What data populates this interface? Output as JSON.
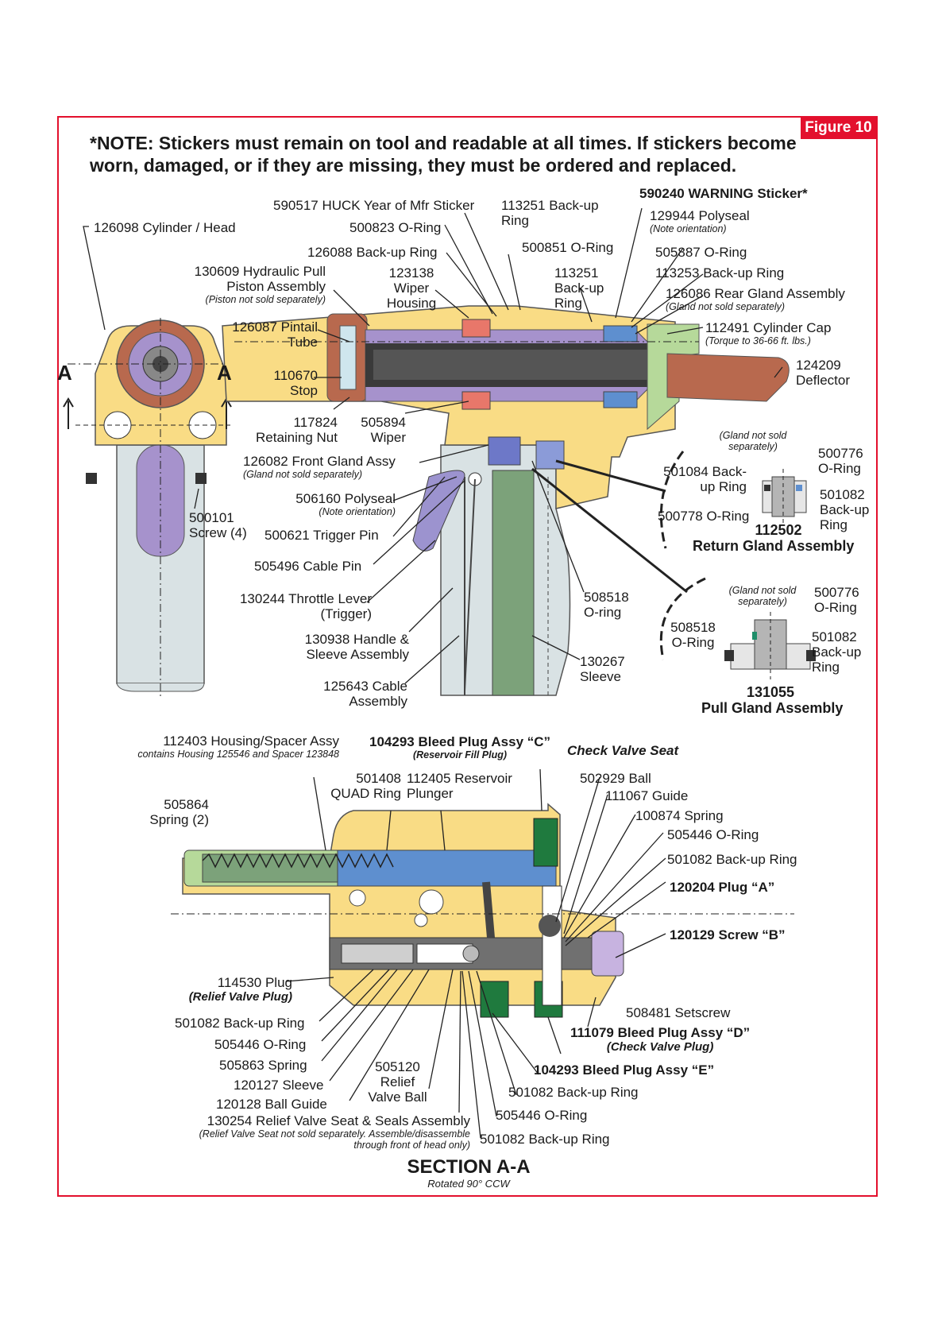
{
  "figure": {
    "badge": "Figure 10",
    "note": "*NOTE: Stickers must remain on tool and readable at all times. If stickers become worn, damaged, or if they are missing, they must be ordered and replaced."
  },
  "section_marks": {
    "left": "A",
    "right": "A"
  },
  "colors": {
    "frame": "#e3102d",
    "yellow_body": "#f9dc85",
    "purple_piston": "#a692cc",
    "copper": "#b8694e",
    "blue_gland": "#5e8fcf",
    "green_part": "#6e9e72",
    "gray_handle": "#d9e2e4",
    "salmon_seal": "#e8776a"
  },
  "labels": {
    "cyl_head": "126098 Cylinder / Head",
    "huck": "590517 HUCK Year of Mfr Sticker",
    "backup_113251_top": "113251 Back-up Ring",
    "warning": "590240 WARNING Sticker*",
    "polyseal_129944": "129944 Polyseal",
    "polyseal_129944_sub": "(Note orientation)",
    "oring_500823": "500823 O-Ring",
    "oring_500851": "500851 O-Ring",
    "oring_505887": "505887 O-Ring",
    "backup_126088": "126088 Back-up Ring",
    "backup_113253": "113253 Back-up Ring",
    "hyd_piston": "130609 Hydraulic Pull Piston Assembly",
    "hyd_piston_sub": "(Piston not sold separately)",
    "wiper_housing": "123138 Wiper Housing",
    "backup_113251_mid": "113251 Back-up Ring",
    "rear_gland": "126086 Rear Gland Assembly",
    "rear_gland_sub": "(Gland not sold separately)",
    "pintail": "126087 Pintail Tube",
    "cyl_cap": "112491 Cylinder Cap",
    "cyl_cap_sub": "(Torque to 36-66 ft. lbs.)",
    "stop": "110670 Stop",
    "deflector": "124209 Deflector",
    "retaining_nut": "117824 Retaining Nut",
    "wiper": "505894 Wiper",
    "front_gland": "126082 Front Gland Assy",
    "front_gland_sub": "(Gland not sold separately)",
    "polyseal_506160": "506160 Polyseal",
    "polyseal_506160_sub": "(Note orientation)",
    "screw_500101": "500101 Screw (4)",
    "trigger_pin": "500621 Trigger Pin",
    "cable_pin": "505496 Cable Pin",
    "throttle": "130244 Throttle Lever (Trigger)",
    "handle_sleeve": "130938 Handle & Sleeve Assembly",
    "cable_assy": "125643 Cable Assembly",
    "oring_508518": "508518 O-ring",
    "sleeve_130267": "130267 Sleeve",
    "rg_not_sold": "(Gland not sold separately)",
    "rg_oring_500776": "500776 O-Ring",
    "rg_backup_501084": "501084 Back-up Ring",
    "rg_backup_501082": "501082 Back-up Ring",
    "rg_oring_500778": "500778 O-Ring",
    "rg_num": "112502",
    "rg_title": "Return Gland Assembly",
    "pg_not_sold": "(Gland not sold separately)",
    "pg_oring_500776": "500776 O-Ring",
    "pg_oring_508518": "508518 O-Ring",
    "pg_backup_501082": "501082 Back-up Ring",
    "pg_num": "131055",
    "pg_title": "Pull Gland Assembly",
    "housing_spacer": "112403 Housing/Spacer Assy",
    "housing_spacer_sub": "contains Housing 125546 and Spacer 123848",
    "bleed_c": "104293 Bleed Plug Assy “C”",
    "bleed_c_sub": "(Reservoir Fill Plug)",
    "check_valve_seat": "Check Valve Seat",
    "spring_505864": "505864 Spring (2)",
    "quad_ring": "501408 QUAD Ring",
    "reservoir_plunger": "112405 Reservoir Plunger",
    "ball_502929": "502929 Ball",
    "guide_111067": "111067 Guide",
    "spring_100874": "100874 Spring",
    "oring_505446_r": "505446 O-Ring",
    "backup_501082_r": "501082 Back-up Ring",
    "plug_a": "120204 Plug “A”",
    "screw_b": "120129 Screw “B”",
    "plug_114530": "114530 Plug",
    "plug_114530_sub": "(Relief Valve Plug)",
    "setscrew": "508481 Setscrew",
    "bleed_d": "111079 Bleed Plug Assy “D”",
    "bleed_d_sub": "(Check Valve Plug)",
    "backup_501082_l1": "501082 Back-up Ring",
    "oring_505446_l": "505446 O-Ring",
    "spring_505863": "505863 Spring",
    "sleeve_120127": "120127 Sleeve",
    "ball_guide": "120128 Ball Guide",
    "relief_ball": "505120 Relief Valve Ball",
    "bleed_e": "104293 Bleed Plug Assy “E”",
    "backup_501082_b1": "501082 Back-up Ring",
    "oring_505446_b": "505446 O-Ring",
    "relief_seat": "130254 Relief Valve Seat & Seals Assembly",
    "relief_seat_sub": "(Relief Valve Seat not sold separately. Assemble/disassemble through front of head only)",
    "backup_501082_b2": "501082 Back-up Ring"
  },
  "section_title": {
    "title": "SECTION A-A",
    "subtitle": "Rotated 90° CCW"
  }
}
